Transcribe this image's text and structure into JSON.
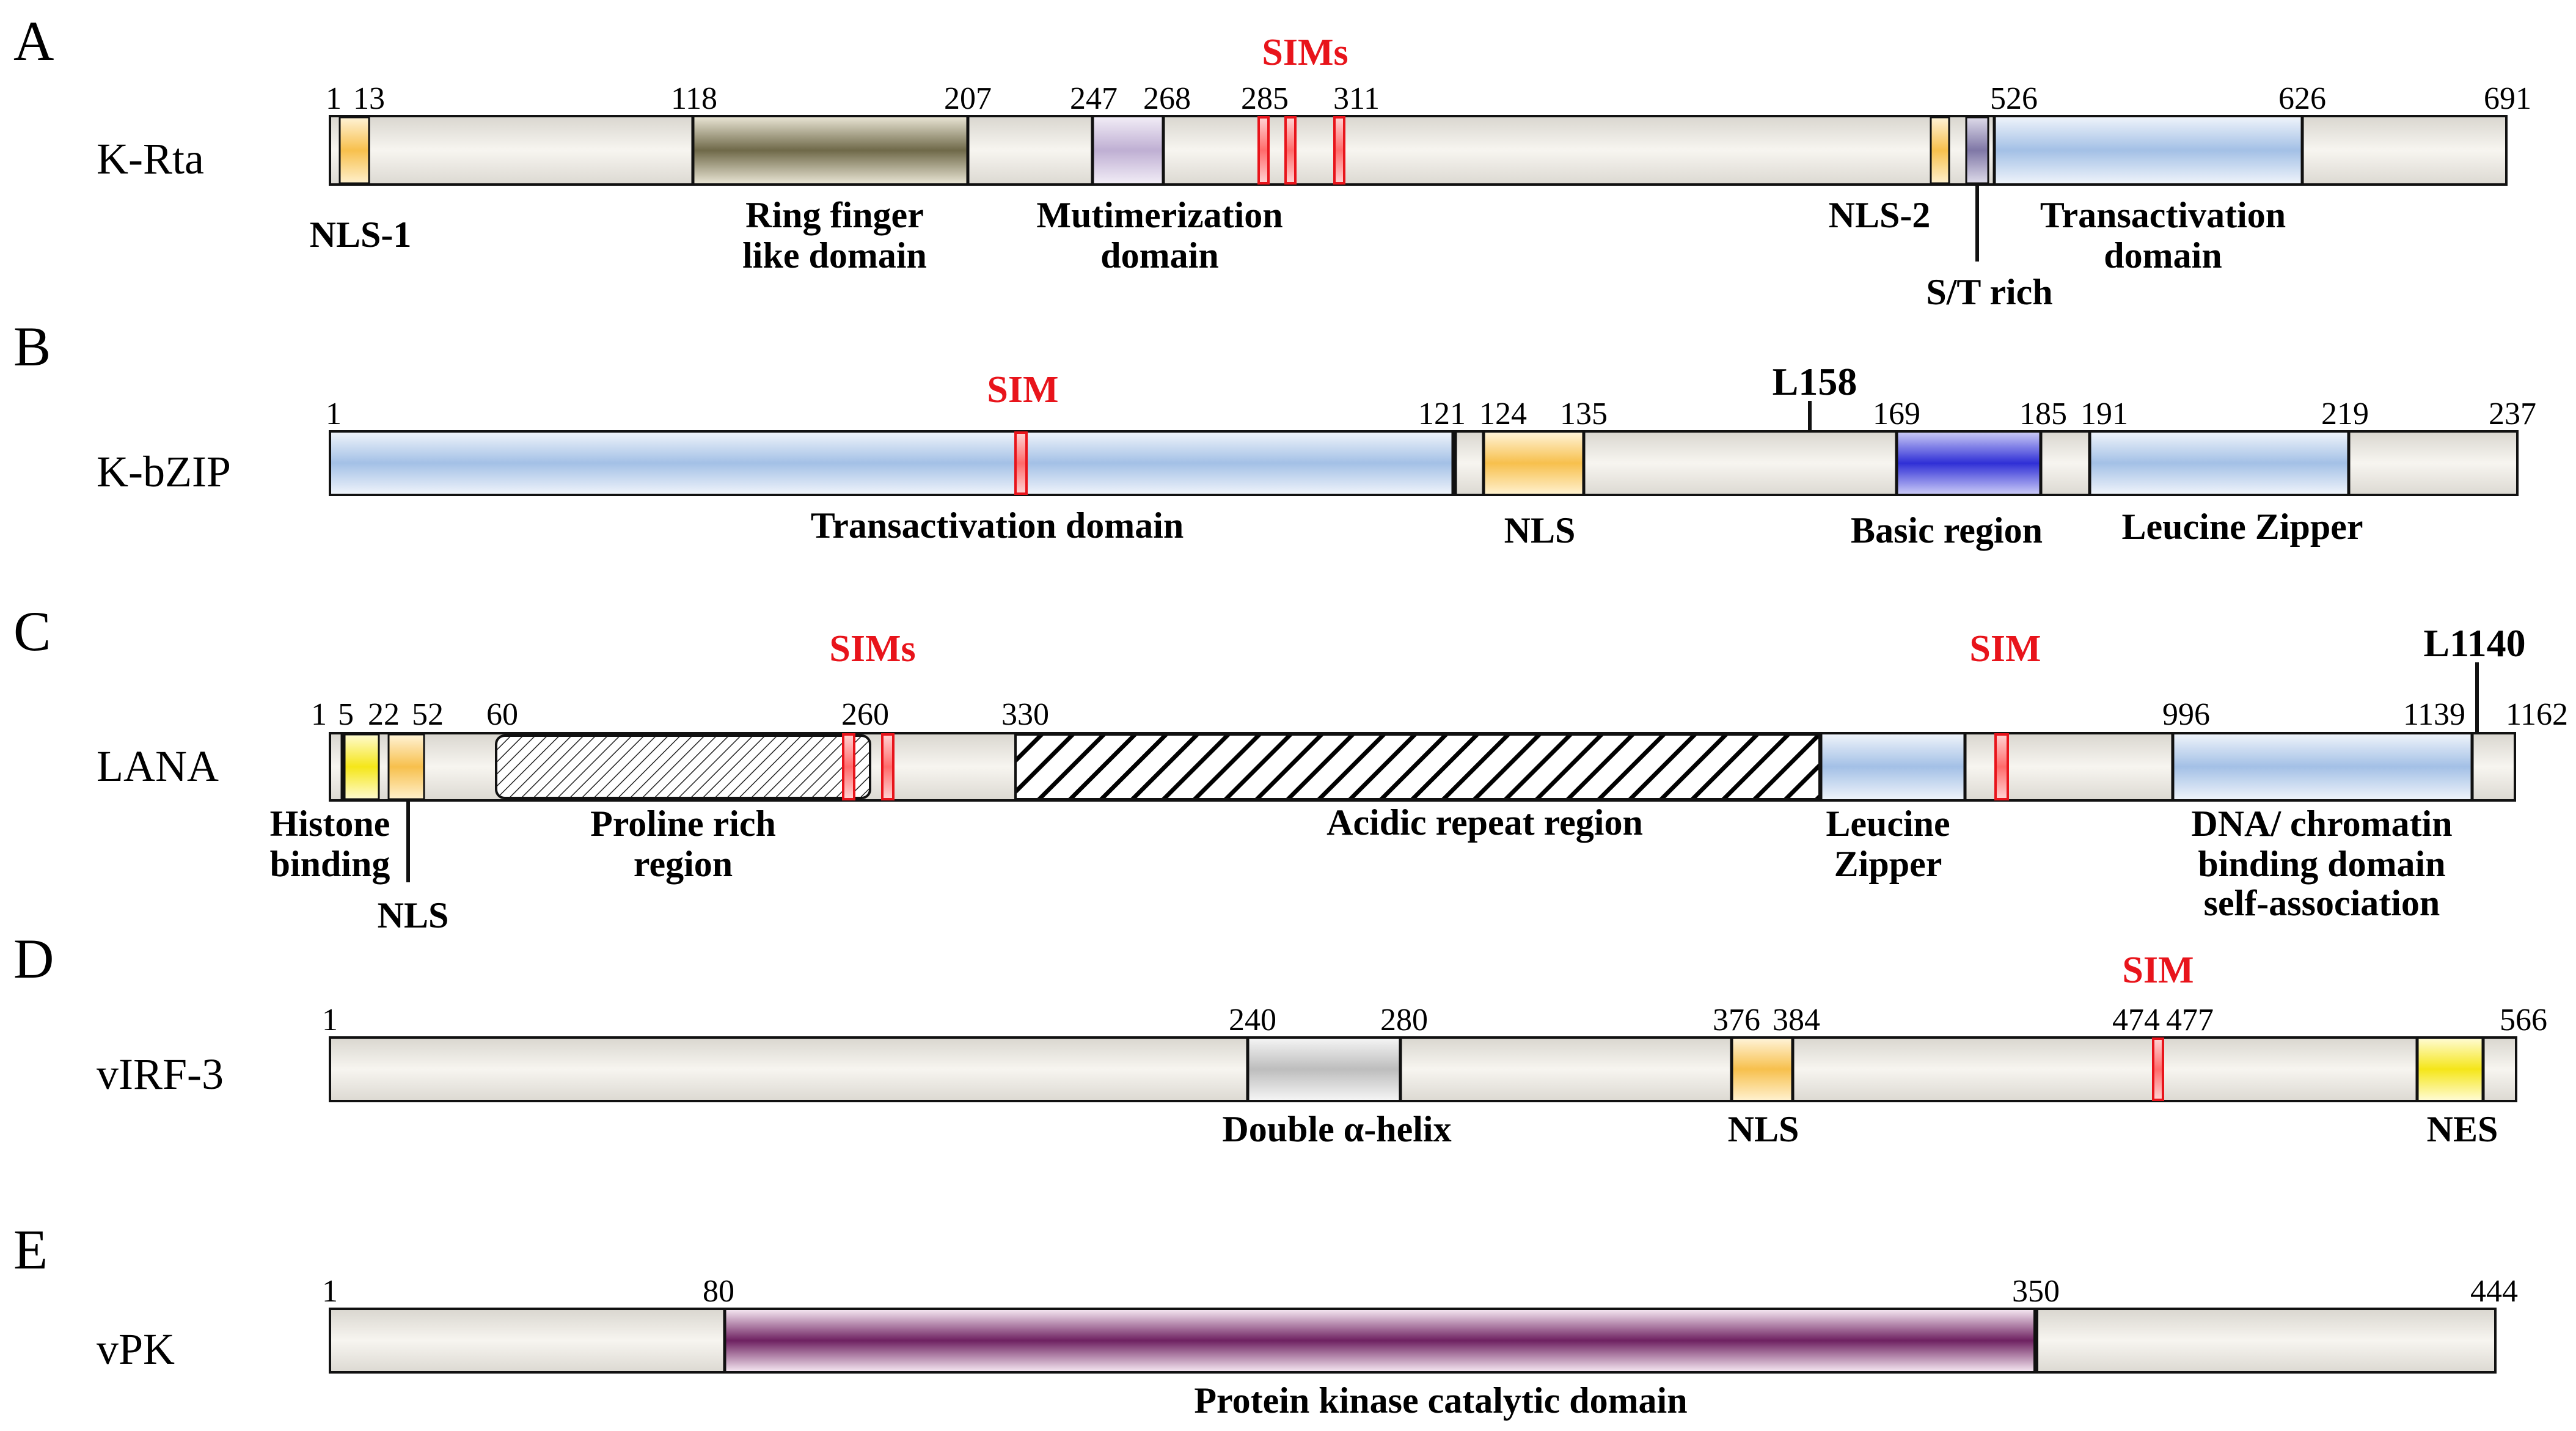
{
  "colors": {
    "backbone": "#f2efe8",
    "nls": "#f5b93c",
    "nes": "#f5e81a",
    "sim": "#e8141b",
    "transactivation": "#a7c3e6",
    "ring_finger": "#7d7654",
    "multimerization": "#c6b6d8",
    "st_rich": "#8f87b0",
    "basic_region": "#3b3bd8",
    "double_helix": "#c4c4c4",
    "kinase": "#7c2f6e"
  },
  "panels": [
    {
      "letter": "A",
      "protein": "K-Rta",
      "length": 691,
      "sim_title": "SIMs",
      "position_labels": [
        "1",
        "13",
        "118",
        "207",
        "247",
        "268",
        "285",
        "311",
        "526",
        "626",
        "691"
      ],
      "domains": [
        {
          "start": 1,
          "end": 13,
          "color": "nls"
        },
        {
          "start": 118,
          "end": 207,
          "color": "ring_finger"
        },
        {
          "start": 247,
          "end": 268,
          "color": "multimerization"
        },
        {
          "start": 285,
          "end": 289,
          "color": "sim"
        },
        {
          "start": 295,
          "end": 299,
          "color": "sim"
        },
        {
          "start": 311,
          "end": 315,
          "color": "sim"
        },
        {
          "start": 509,
          "end": 515,
          "color": "nls"
        },
        {
          "start": 518,
          "end": 524,
          "color": "st_rich"
        },
        {
          "start": 526,
          "end": 626,
          "color": "transactivation"
        }
      ],
      "domain_labels": [
        "NLS-1",
        "Ring finger like domain",
        "Mutimerization domain",
        "NLS-2",
        "Transactivation domain",
        "S/T rich"
      ]
    },
    {
      "letter": "B",
      "protein": "K-bZIP",
      "length": 237,
      "sim_title": "SIM",
      "marker": "L158",
      "position_labels": [
        "1",
        "121",
        "124",
        "135",
        "169",
        "185",
        "191",
        "219",
        "237"
      ],
      "domains": [
        {
          "start": 1,
          "end": 121,
          "color": "transactivation"
        },
        {
          "start": 74,
          "end": 77,
          "color": "sim"
        },
        {
          "start": 124,
          "end": 135,
          "color": "nls"
        },
        {
          "start": 169,
          "end": 185,
          "color": "basic_region"
        },
        {
          "start": 191,
          "end": 219,
          "color": "transactivation"
        }
      ],
      "domain_labels": [
        "Transactivation domain",
        "NLS",
        "Basic region",
        "Leucine Zipper"
      ]
    },
    {
      "letter": "C",
      "protein": "LANA",
      "length": 1162,
      "sim_titles": [
        "SIMs",
        "SIM"
      ],
      "marker": "L1140",
      "position_labels": [
        "1",
        "5",
        "22",
        "52",
        "60",
        "260",
        "330",
        "996",
        "1139",
        "1162"
      ],
      "domains": [
        {
          "start": 5,
          "end": 22,
          "color": "nes"
        },
        {
          "start": 28,
          "end": 48,
          "color": "nls"
        },
        {
          "start": 60,
          "end": 260,
          "color": "proline_pattern"
        },
        {
          "start": 273,
          "end": 279,
          "color": "sim"
        },
        {
          "start": 290,
          "end": 296,
          "color": "sim"
        },
        {
          "start": 330,
          "end": 800,
          "color": "acidic_pattern"
        },
        {
          "start": 800,
          "end": 880,
          "color": "transactivation"
        },
        {
          "start": 895,
          "end": 902,
          "color": "sim"
        },
        {
          "start": 996,
          "end": 1139,
          "color": "transactivation"
        }
      ],
      "domain_labels": [
        "Histone binding",
        "NLS",
        "Proline rich region",
        "Acidic repeat region",
        "Leucine Zipper",
        "DNA/ chromatin binding domain self-association"
      ]
    },
    {
      "letter": "D",
      "protein": "vIRF-3",
      "length": 566,
      "sim_title": "SIM",
      "position_labels": [
        "1",
        "240",
        "280",
        "376",
        "384",
        "474",
        "477",
        "566"
      ],
      "domains": [
        {
          "start": 240,
          "end": 280,
          "color": "double_helix"
        },
        {
          "start": 376,
          "end": 384,
          "color": "nls"
        },
        {
          "start": 474,
          "end": 477,
          "color": "sim"
        },
        {
          "start": 546,
          "end": 557,
          "color": "nes"
        }
      ],
      "domain_labels": [
        "Double α-helix",
        "NLS",
        "NES"
      ]
    },
    {
      "letter": "E",
      "protein": "vPK",
      "length": 444,
      "position_labels": [
        "1",
        "80",
        "350",
        "444"
      ],
      "domains": [
        {
          "start": 80,
          "end": 350,
          "color": "kinase"
        }
      ],
      "domain_labels": [
        "Protein kinase catalytic domain"
      ]
    }
  ]
}
